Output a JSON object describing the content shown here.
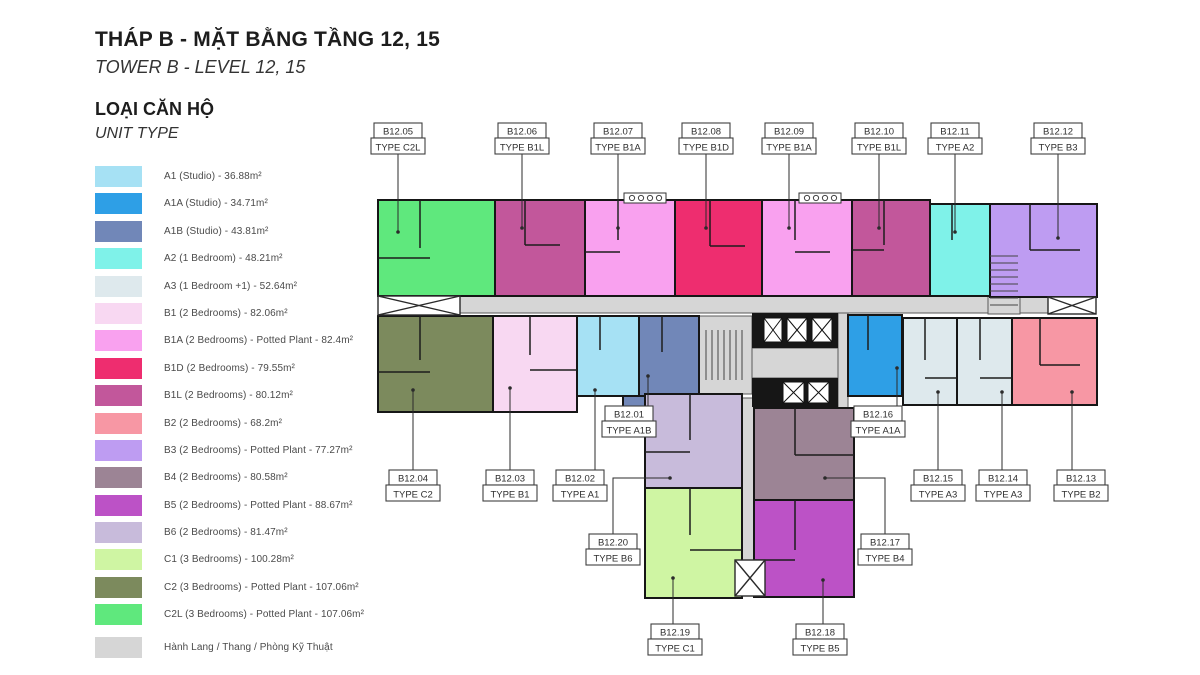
{
  "title": {
    "main": "THÁP B - MẶT BẰNG TẦNG 12, 15",
    "sub": "TOWER B - LEVEL 12, 15"
  },
  "legend": {
    "heading": "LOẠI CĂN HỘ",
    "subheading": "UNIT TYPE",
    "items": [
      {
        "code": "A1",
        "label": "A1 (Studio) - 36.88m²",
        "color": "#A6E1F4"
      },
      {
        "code": "A1A",
        "label": "A1A (Studio) - 34.71m²",
        "color": "#2E9FE6"
      },
      {
        "code": "A1B",
        "label": "A1B (Studio) - 43.81m²",
        "color": "#7187B8"
      },
      {
        "code": "A2",
        "label": "A2 (1 Bedroom) - 48.21m²",
        "color": "#7FF2E9"
      },
      {
        "code": "A3",
        "label": "A3 (1 Bedroom +1) - 52.64m²",
        "color": "#DEE9ED"
      },
      {
        "code": "B1",
        "label": "B1 (2 Bedrooms) - 82.06m²",
        "color": "#F8D8F2"
      },
      {
        "code": "B1A",
        "label": "B1A (2 Bedrooms) - Potted Plant - 82.4m²",
        "color": "#F9A1EF"
      },
      {
        "code": "B1D",
        "label": "B1D (2 Bedrooms) - 79.55m²",
        "color": "#EE2D6F"
      },
      {
        "code": "B1L",
        "label": "B1L (2 Bedrooms) - 80.12m²",
        "color": "#C2579B"
      },
      {
        "code": "B2",
        "label": "B2 (2 Bedrooms) - 68.2m²",
        "color": "#F797A4"
      },
      {
        "code": "B3",
        "label": "B3 (2 Bedrooms) - Potted Plant - 77.27m²",
        "color": "#BE9CF2"
      },
      {
        "code": "B4",
        "label": "B4 (2 Bedrooms) - 80.58m²",
        "color": "#9C8495"
      },
      {
        "code": "B5",
        "label": "B5 (2 Bedrooms) - Potted Plant - 88.67m²",
        "color": "#BC52C6"
      },
      {
        "code": "B6",
        "label": "B6 (2 Bedrooms) - 81.47m²",
        "color": "#C8BBDB"
      },
      {
        "code": "C1",
        "label": "C1 (3 Bedrooms) - 100.28m²",
        "color": "#CFF5A3"
      },
      {
        "code": "C2",
        "label": "C2 (3 Bedrooms) - Potted Plant - 107.06m²",
        "color": "#7C8A5D"
      },
      {
        "code": "C2L",
        "label": "C2L (3 Bedrooms) - Potted Plant - 107.06m²",
        "color": "#5FE87D"
      },
      {
        "code": "HL",
        "label": "Hành Lang / Thang / Phòng Kỹ Thuật",
        "color": "#D6D6D6"
      }
    ]
  },
  "colors": {
    "A1": "#A6E1F4",
    "A1A": "#2E9FE6",
    "A1B": "#7187B8",
    "A2": "#7FF2E9",
    "A3": "#DEE9ED",
    "B1": "#F8D8F2",
    "B1A": "#F9A1EF",
    "B1D": "#EE2D6F",
    "B1L": "#C2579B",
    "B2": "#F797A4",
    "B3": "#BE9CF2",
    "B4": "#9C8495",
    "B5": "#BC52C6",
    "B6": "#C8BBDB",
    "C1": "#CFF5A3",
    "C2": "#7C8A5D",
    "C2L": "#5FE87D",
    "corridor": "#D6D6D6",
    "core": "#161616"
  },
  "plan": {
    "units": [
      {
        "id": "B12.01",
        "type": "TYPE A1B"
      },
      {
        "id": "B12.02",
        "type": "TYPE A1"
      },
      {
        "id": "B12.03",
        "type": "TYPE B1"
      },
      {
        "id": "B12.04",
        "type": "TYPE C2"
      },
      {
        "id": "B12.05",
        "type": "TYPE C2L"
      },
      {
        "id": "B12.06",
        "type": "TYPE B1L"
      },
      {
        "id": "B12.07",
        "type": "TYPE B1A"
      },
      {
        "id": "B12.08",
        "type": "TYPE B1D"
      },
      {
        "id": "B12.09",
        "type": "TYPE B1A"
      },
      {
        "id": "B12.10",
        "type": "TYPE B1L"
      },
      {
        "id": "B12.11",
        "type": "TYPE A2"
      },
      {
        "id": "B12.12",
        "type": "TYPE B3"
      },
      {
        "id": "B12.13",
        "type": "TYPE B2"
      },
      {
        "id": "B12.14",
        "type": "TYPE A3"
      },
      {
        "id": "B12.15",
        "type": "TYPE A3"
      },
      {
        "id": "B12.16",
        "type": "TYPE A1A"
      },
      {
        "id": "B12.17",
        "type": "TYPE B4"
      },
      {
        "id": "B12.18",
        "type": "TYPE B5"
      },
      {
        "id": "B12.19",
        "type": "TYPE C1"
      },
      {
        "id": "B12.20",
        "type": "TYPE B6"
      }
    ]
  }
}
